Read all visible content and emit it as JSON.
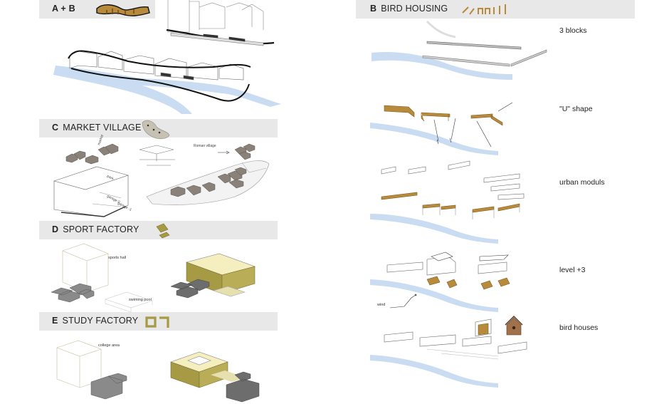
{
  "sections": {
    "ab": {
      "letter": "A + B",
      "title": ""
    },
    "b": {
      "letter": "B",
      "title": "BIRD HOUSING"
    },
    "c": {
      "letter": "C",
      "title": "MARKET VILLAGE"
    },
    "d": {
      "letter": "D",
      "title": "SPORT FACTORY"
    },
    "e": {
      "letter": "E",
      "title": "STUDY FACTORY"
    }
  },
  "bird_steps": [
    "3 blocks",
    "\"U\" shape",
    "urban moduls",
    "level +3",
    "bird houses"
  ],
  "annotations": {
    "sports_hall": "sports hall",
    "swimming_pool": "swiming pool",
    "college_area": "college area",
    "wind": "wind"
  },
  "colors": {
    "band": "#e8e8e8",
    "accent": "#b88a3c",
    "olive": "#a79a45",
    "river": "#c9dcf2",
    "rock": "#8a8178"
  }
}
